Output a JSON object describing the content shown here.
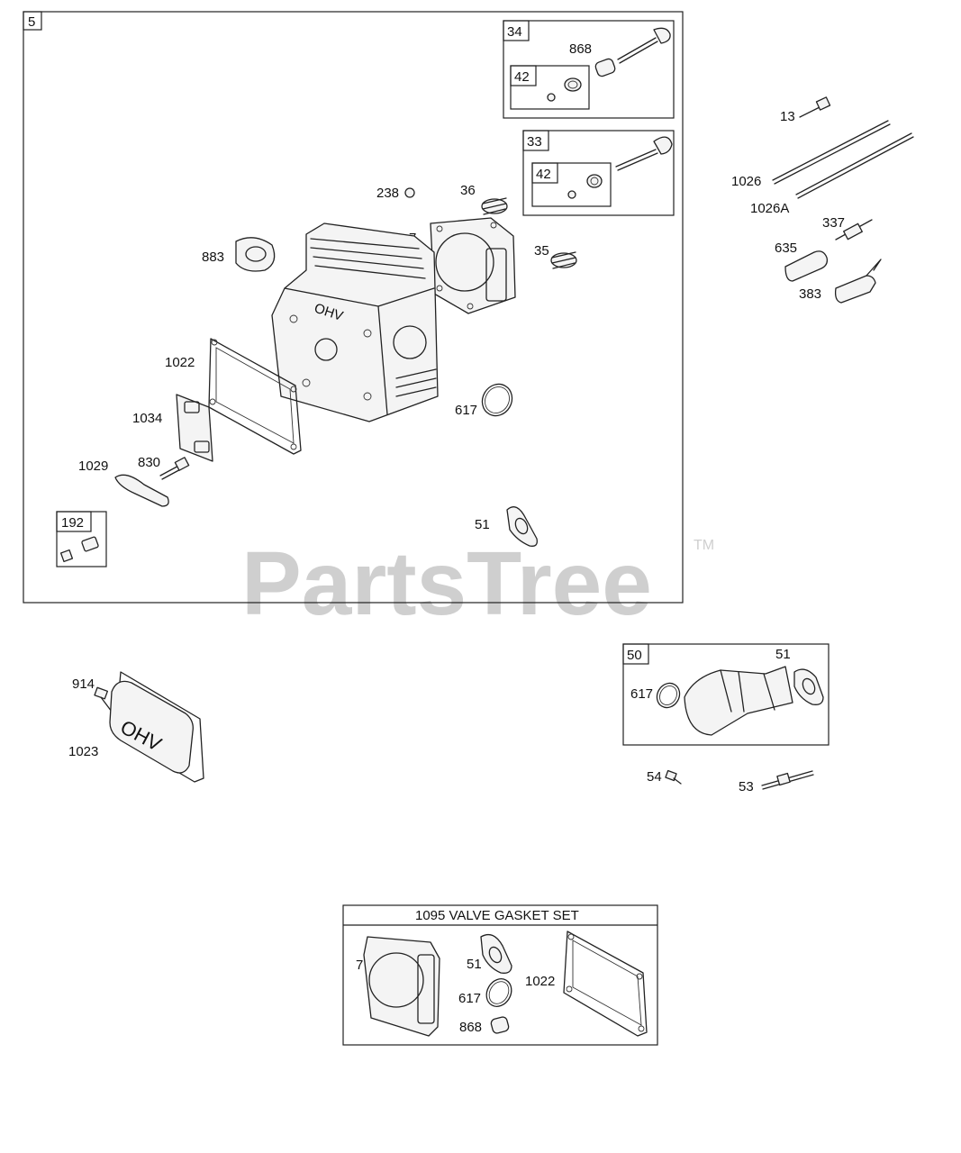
{
  "watermark": {
    "text": "PartsTree",
    "tm": "TM"
  },
  "colors": {
    "line": "#222222",
    "watermark": "#cfcfcf"
  },
  "boxes": {
    "main": "5",
    "exhaust_valve": "34",
    "exhaust_seal": "42",
    "intake_valve": "33",
    "intake_seal": "42",
    "fastener_kit": "192",
    "intake_manifold": "50",
    "gasket_set": "1095 VALVE GASKET SET"
  },
  "labels": {
    "p868": "868",
    "p13": "13",
    "p1026": "1026",
    "p1026A": "1026A",
    "p337": "337",
    "p635": "635",
    "p383": "383",
    "p238": "238",
    "p36": "36",
    "p7": "7",
    "p35": "35",
    "p883": "883",
    "p1022": "1022",
    "p1034": "1034",
    "p617": "617",
    "p1029": "1029",
    "p830": "830",
    "p51": "51",
    "p914": "914",
    "p1023": "1023",
    "p617b": "617",
    "p51b": "51",
    "p54": "54",
    "p53": "53",
    "gs7": "7",
    "gs51": "51",
    "gs617": "617",
    "gs1022": "1022",
    "gs868": "868",
    "cover_text": "OHV",
    "head_text": "OHV"
  }
}
